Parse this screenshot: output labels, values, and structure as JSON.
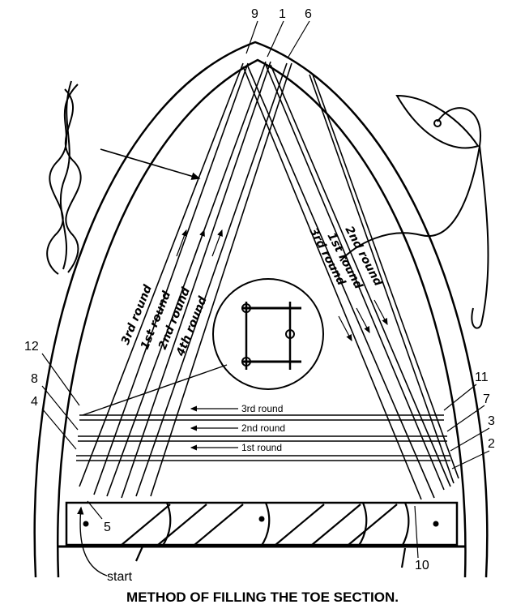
{
  "caption": "METHOD OF FILLING THE TOE SECTION.",
  "numbers": {
    "n9": "9",
    "n1": "1",
    "n6": "6",
    "n12": "12",
    "n8": "8",
    "n4": "4",
    "n11": "11",
    "n7": "7",
    "n3": "3",
    "n2": "2",
    "n5": "5",
    "n10": "10"
  },
  "start_label": "start",
  "horizontal_rounds": {
    "r3": "3rd round",
    "r2": "2nd round",
    "r1": "1st round"
  },
  "left_diagonal_rounds": {
    "r3": "3rd round",
    "r1": "1st round",
    "r2": "2nd round",
    "r4": "4th round"
  },
  "right_diagonal_rounds": {
    "r2": "2nd round",
    "r1": "1st round",
    "r3": "3rd round"
  },
  "icons": [
    "braided-lace-icon",
    "lacing-needle-icon",
    "knot-detail-magnifier"
  ]
}
